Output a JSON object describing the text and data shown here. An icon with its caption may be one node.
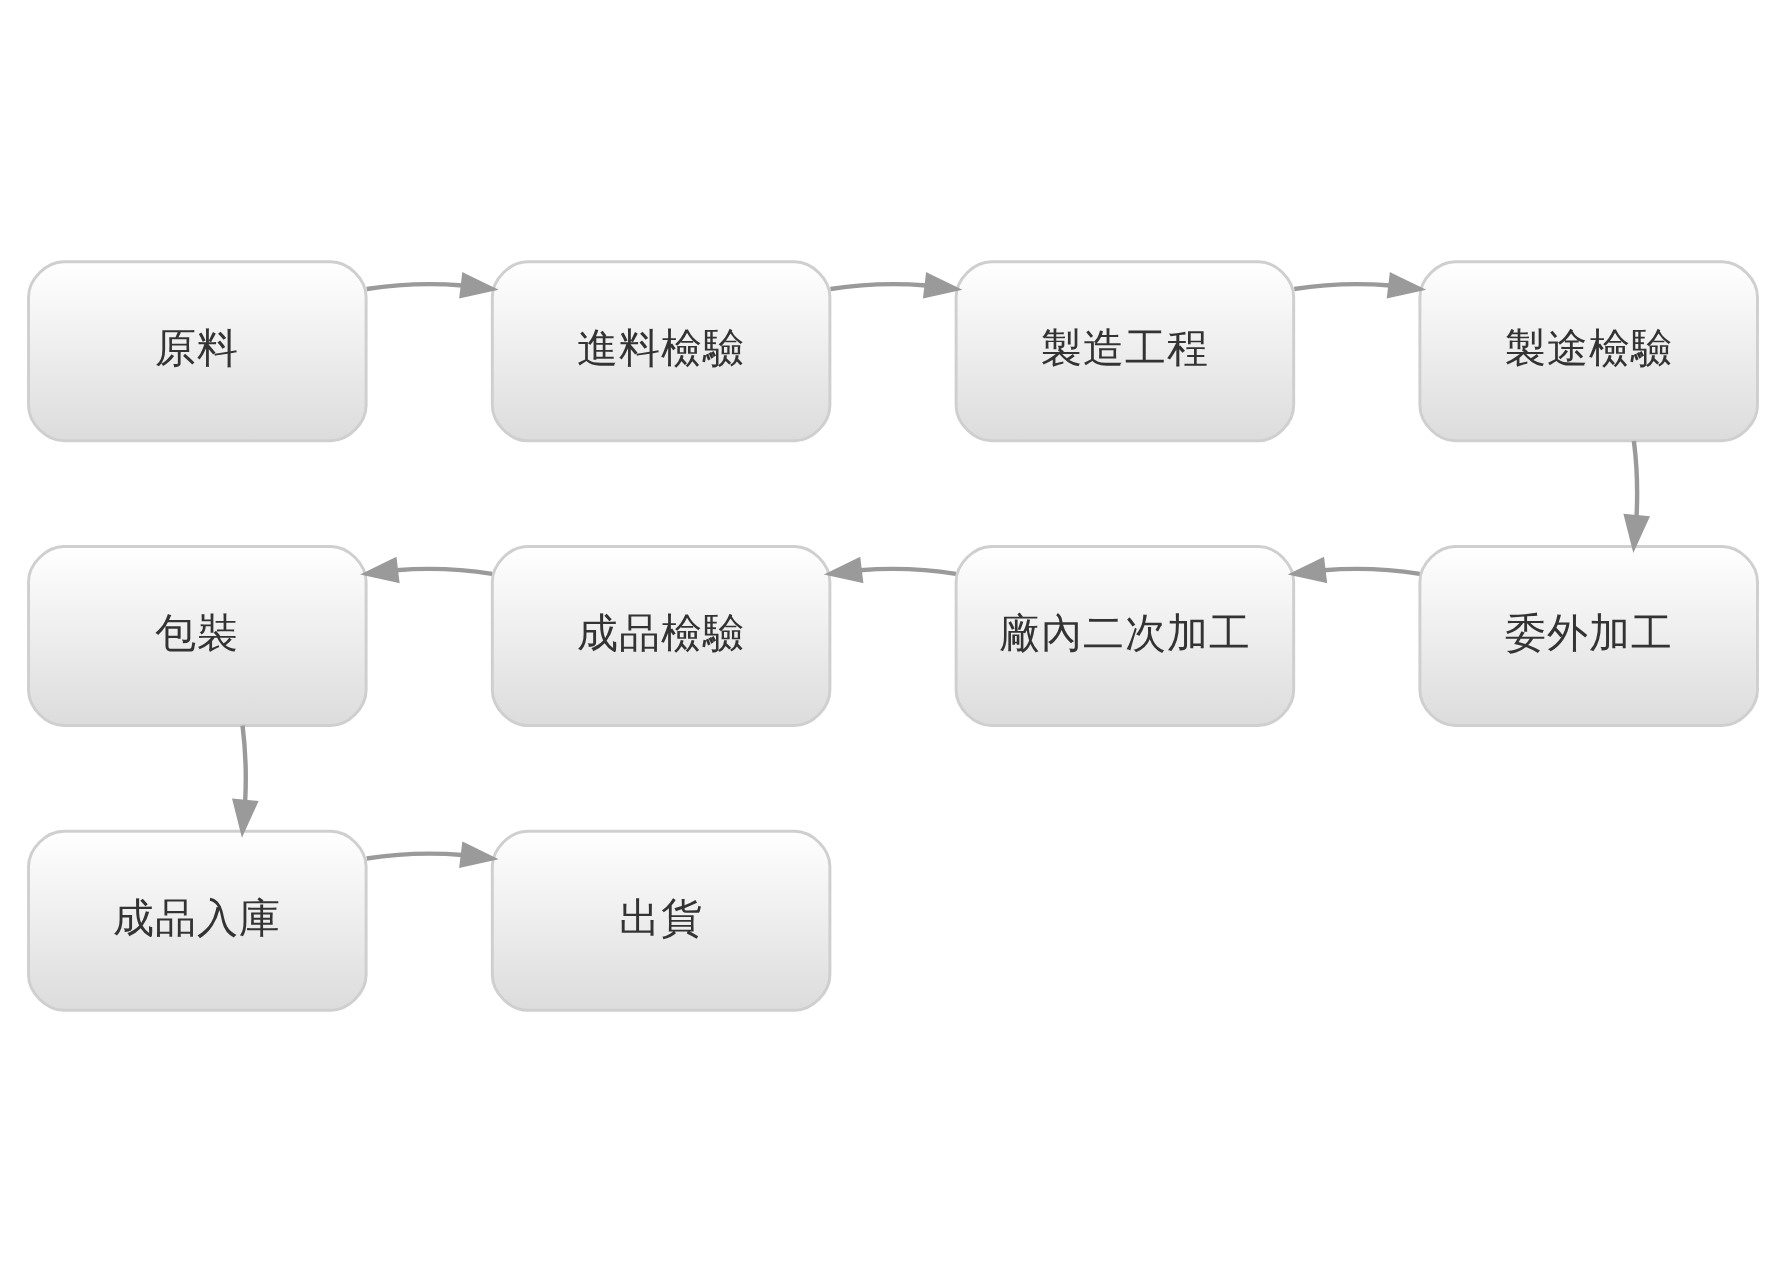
{
  "diagram": {
    "nodes": [
      {
        "text": [
          "原料"
        ]
      },
      {
        "text": [
          "進料檢驗"
        ]
      },
      {
        "text": [
          "製造工程"
        ]
      },
      {
        "text": [
          "製途檢驗"
        ]
      },
      {
        "text": [
          "包裝"
        ]
      },
      {
        "text": [
          "成品檢驗"
        ]
      },
      {
        "text": [
          "廠內二次加工"
        ]
      },
      {
        "text": [
          "委外加工"
        ]
      },
      {
        "text": [
          "成品入庫"
        ]
      },
      {
        "text": [
          "出貨"
        ]
      }
    ],
    "edges": [
      {
        "from": 0,
        "to": 1,
        "arrow": "to"
      },
      {
        "from": 1,
        "to": 2,
        "arrow": "to"
      },
      {
        "from": 2,
        "to": 3,
        "arrow": "to"
      },
      {
        "from": 3,
        "to": 7,
        "arrow": "to"
      },
      {
        "from": 7,
        "to": 6,
        "arrow": "to"
      },
      {
        "from": 6,
        "to": 5,
        "arrow": "to"
      },
      {
        "from": 5,
        "to": 4,
        "arrow": "to"
      },
      {
        "from": 4,
        "to": 8,
        "arrow": "to"
      },
      {
        "from": 8,
        "to": 9,
        "arrow": "to"
      }
    ]
  }
}
